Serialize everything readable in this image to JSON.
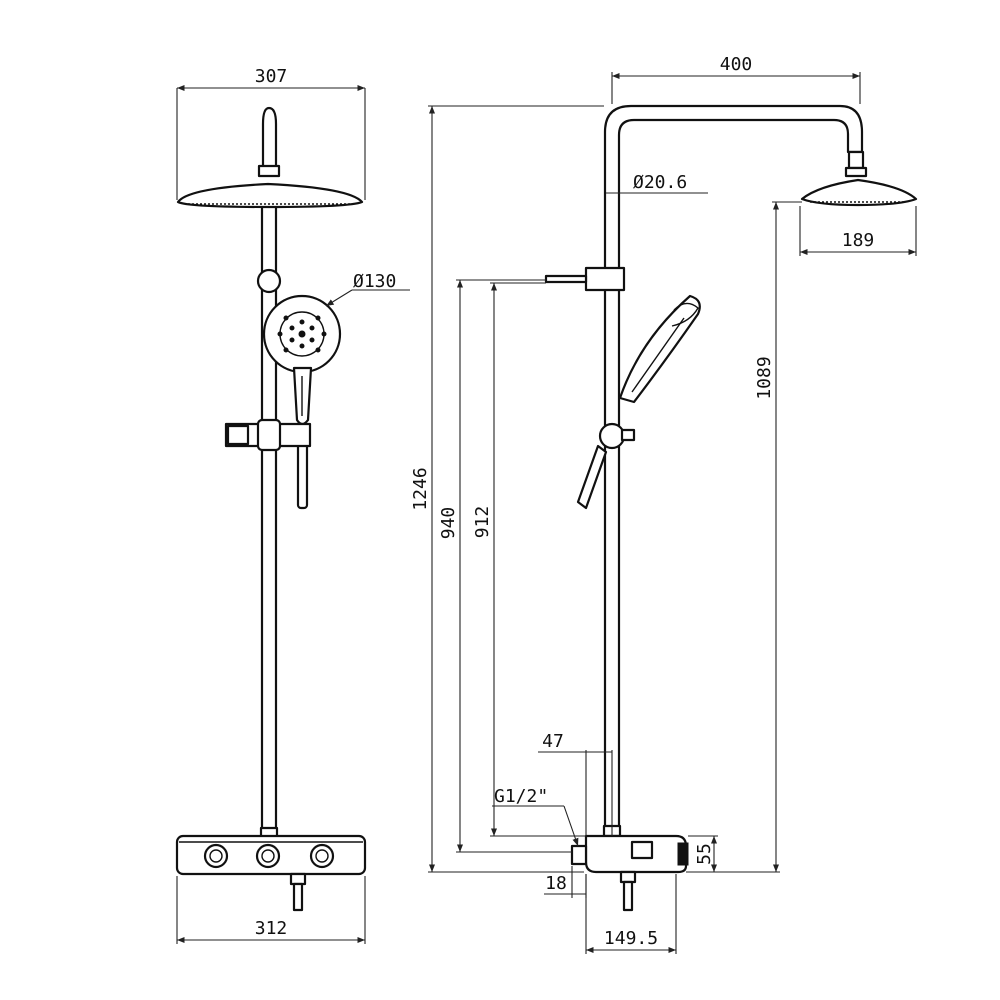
{
  "diagram": {
    "front_view": {
      "head_width": "307",
      "hand_shower_diameter": "Ø130",
      "base_width": "312"
    },
    "side_view": {
      "arm_reach": "400",
      "pipe_diameter": "Ø20.6",
      "head_diameter": "189",
      "total_height": "1246",
      "height_940": "940",
      "height_912": "912",
      "height_1089": "1089",
      "offset_47": "47",
      "inlet_thread": "G1/2\"",
      "offset_18": "18",
      "depth": "149.5",
      "base_height": "55"
    }
  }
}
